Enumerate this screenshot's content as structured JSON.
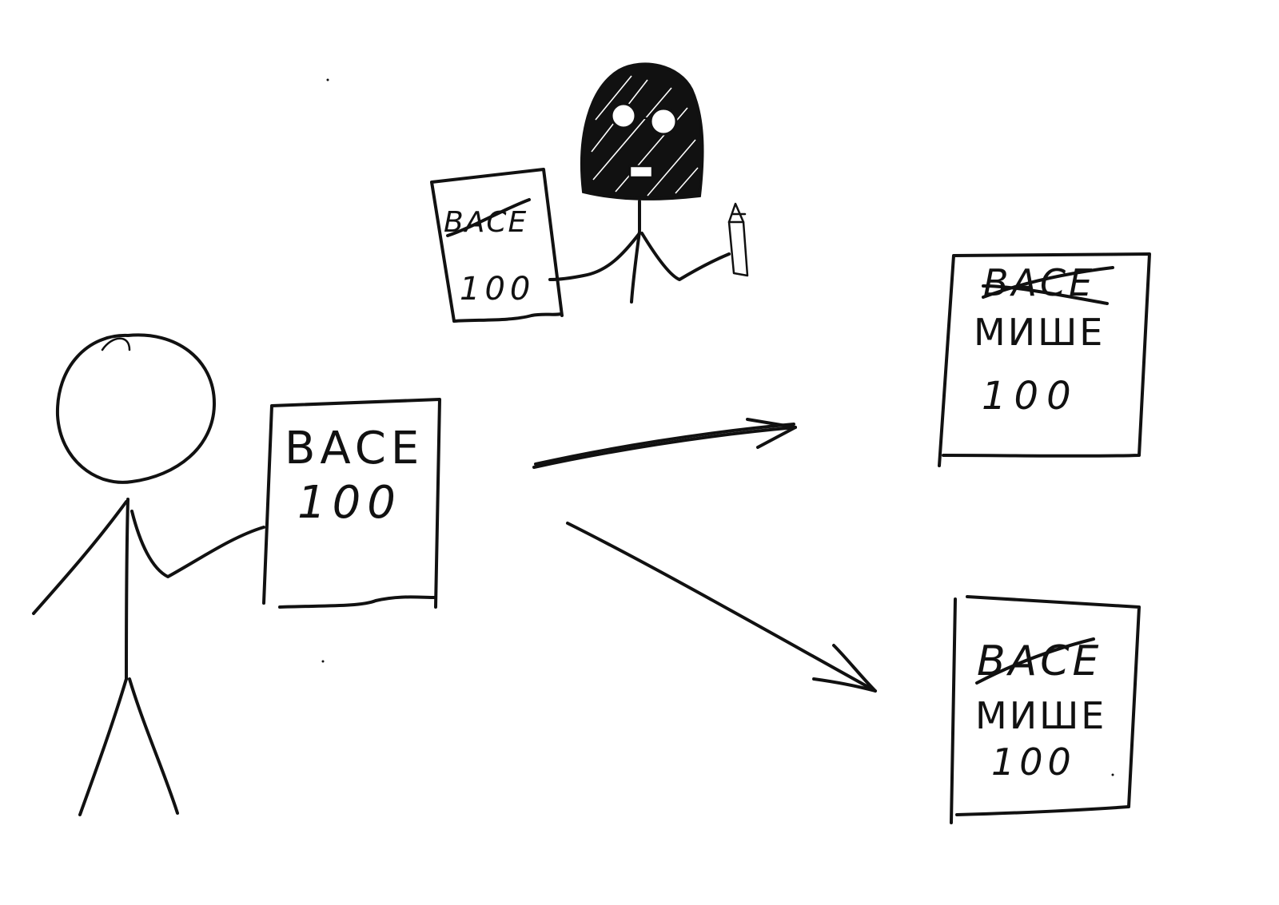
{
  "documents": {
    "original": {
      "name": "BACE",
      "amount": "100"
    },
    "being_edited": {
      "name": "BACE",
      "amount": "100"
    },
    "copy_1": {
      "crossed_out_name": "BACE",
      "new_name": "МИШЕ",
      "amount": "100"
    },
    "copy_2": {
      "crossed_out_name": "BACE",
      "new_name": "МИШЕ",
      "amount": "100"
    }
  },
  "colors": {
    "ink": "#111111",
    "paper": "#ffffff"
  }
}
